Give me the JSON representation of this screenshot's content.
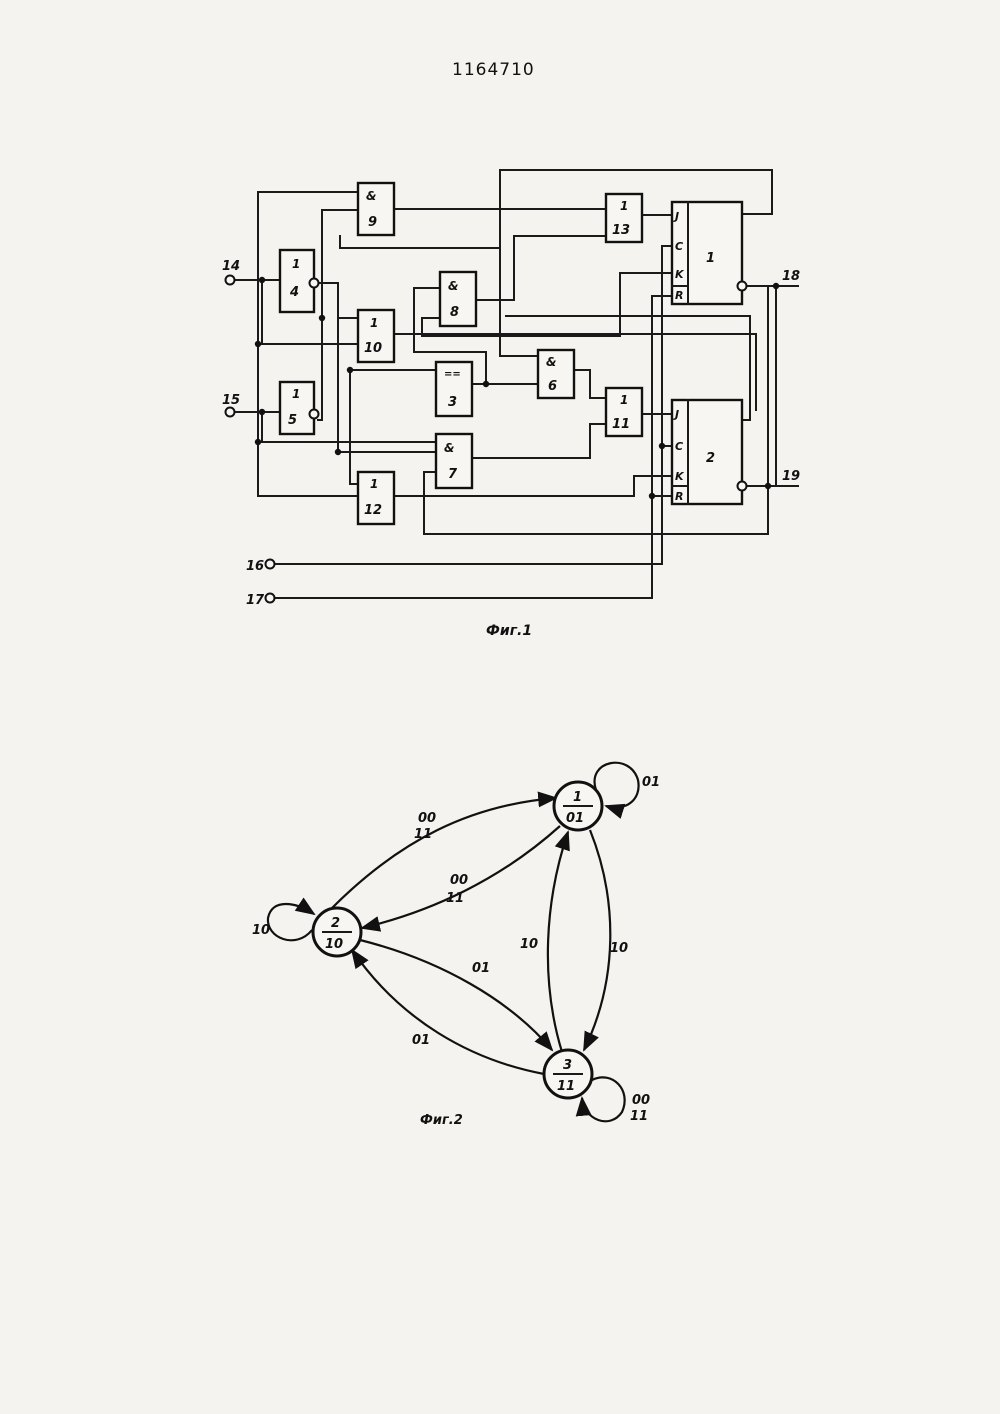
{
  "patent_number": "1164710",
  "fig1": {
    "caption": "Фиг.1",
    "gates": [
      {
        "id": "9",
        "symbol": "&"
      },
      {
        "id": "4",
        "symbol": "1"
      },
      {
        "id": "8",
        "symbol": "&"
      },
      {
        "id": "10",
        "symbol": "1"
      },
      {
        "id": "3",
        "symbol": "=="
      },
      {
        "id": "6",
        "symbol": "&"
      },
      {
        "id": "5",
        "symbol": "1"
      },
      {
        "id": "7",
        "symbol": "&"
      },
      {
        "id": "11",
        "symbol": "1"
      },
      {
        "id": "12",
        "symbol": "1"
      },
      {
        "id": "13",
        "symbol": "1"
      }
    ],
    "flipflops": [
      {
        "id": "1",
        "pins": [
          "J",
          "C",
          "K",
          "R"
        ]
      },
      {
        "id": "2",
        "pins": [
          "J",
          "C",
          "K",
          "R"
        ]
      }
    ],
    "terminals": [
      "14",
      "15",
      "16",
      "17",
      "18",
      "19"
    ]
  },
  "fig2": {
    "caption": "Фиг.2",
    "states": [
      {
        "id": "s1",
        "top": "1",
        "bottom": "01"
      },
      {
        "id": "s2",
        "top": "2",
        "bottom": "10"
      },
      {
        "id": "s3",
        "top": "3",
        "bottom": "11"
      }
    ],
    "edge_labels": {
      "s1_loop": "01",
      "s2_loop": "10",
      "s3_loop_a": "00",
      "s3_loop_b": "11",
      "s2_s1_a": "00",
      "s2_s1_b": "11",
      "s1_s2_a": "00",
      "s1_s2_b": "11",
      "s2_s3": "01",
      "s3_s2": "01",
      "s3_s1": "10",
      "s1_s3": "10"
    }
  }
}
